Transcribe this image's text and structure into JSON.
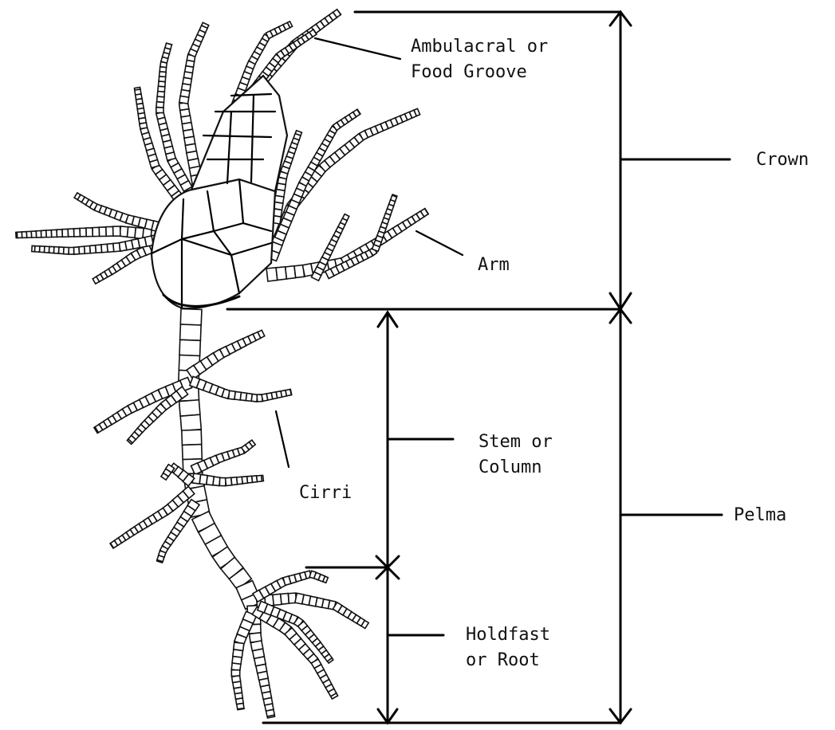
{
  "labels": {
    "ambulacral_line1": "Ambulacral or",
    "ambulacral_line2": "Food Groove",
    "crown": "Crown",
    "arm": "Arm",
    "stem_line1": "Stem or",
    "stem_line2": "Column",
    "cirri": "Cirri",
    "pelma": "Pelma",
    "holdfast_line1": "Holdfast",
    "holdfast_line2": "or Root"
  }
}
